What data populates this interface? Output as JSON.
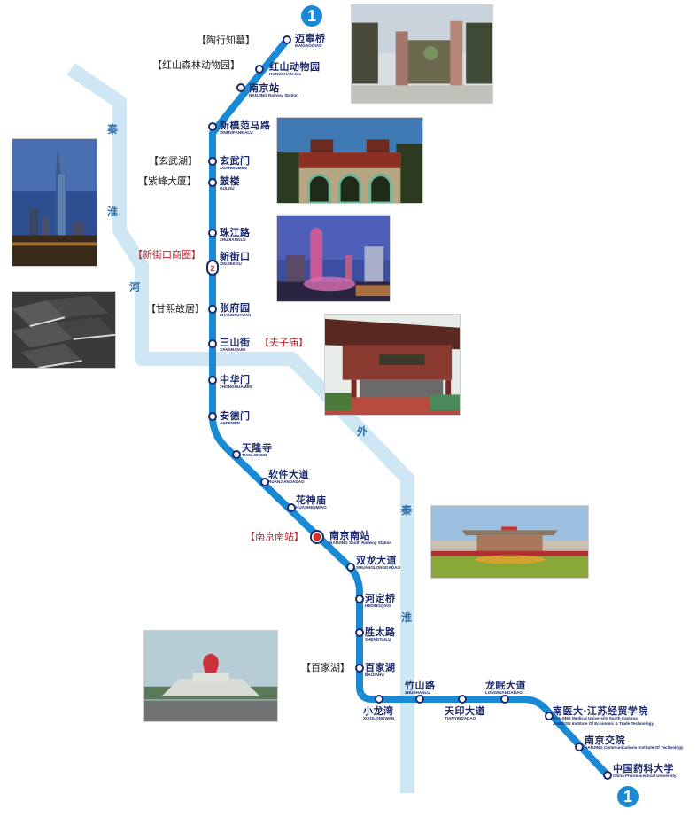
{
  "line": {
    "number": "1",
    "color": "#1a8ad6",
    "river_color": "#cfe6f5"
  },
  "rivers": {
    "qinhuai": {
      "chars": [
        "秦",
        "淮",
        "河"
      ]
    },
    "outer_qinhuai": {
      "chars": [
        "外",
        "秦",
        "淮"
      ]
    }
  },
  "stations": [
    {
      "zh": "迈皋桥",
      "en": "MAIGAOQIAO"
    },
    {
      "zh": "红山动物园",
      "en": "HONGSHAN Zoo"
    },
    {
      "zh": "南京站",
      "en": "NANJING Railway Station"
    },
    {
      "zh": "新模范马路",
      "en": "XINMOFANMALU"
    },
    {
      "zh": "玄武门",
      "en": "XUANWUMEN"
    },
    {
      "zh": "鼓楼",
      "en": "GULOU"
    },
    {
      "zh": "珠江路",
      "en": "ZHUJIANGLU"
    },
    {
      "zh": "新街口",
      "en": "XINJIEKOU",
      "transfer": true
    },
    {
      "zh": "张府园",
      "en": "ZHANGFUYUAN"
    },
    {
      "zh": "三山街",
      "en": "SANSHANJIE"
    },
    {
      "zh": "中华门",
      "en": "ZHONGHUAMEN"
    },
    {
      "zh": "安德门",
      "en": "ANDEMEN"
    },
    {
      "zh": "天隆寺",
      "en": "TIANLONGSI"
    },
    {
      "zh": "软件大道",
      "en": "RUANJIANDADAO"
    },
    {
      "zh": "花神庙",
      "en": "HUASHENMIAO"
    },
    {
      "zh": "南京南站",
      "en": "NANJING South Railway Station",
      "transfer": true
    },
    {
      "zh": "双龙大道",
      "en": "SHUANGLONGDADAO"
    },
    {
      "zh": "河定桥",
      "en": "HEDINGQIAO"
    },
    {
      "zh": "胜太路",
      "en": "SHENGTAILU"
    },
    {
      "zh": "百家湖",
      "en": "BAIJIAHU"
    },
    {
      "zh": "小龙湾",
      "en": "XIAOLONGWAN"
    },
    {
      "zh": "竹山路",
      "en": "ZHUSHANLU"
    },
    {
      "zh": "天印大道",
      "en": "TIANYINDADAO"
    },
    {
      "zh": "龙眠大道",
      "en": "LONGMIANDADAO"
    },
    {
      "zh": "南医大·江苏经贸学院",
      "en": "NANJING Medical University South Campus",
      "en2": "JIANGSU Institute Of Economic & Trade Technology"
    },
    {
      "zh": "南京交院",
      "en": "NANJING Communications Institute Of Technology"
    },
    {
      "zh": "中国药科大学",
      "en": "China Pharmaceutical University"
    }
  ],
  "pois": [
    {
      "label": "【陶行知墓】",
      "highlight": false
    },
    {
      "label": "【红山森林动物园】",
      "highlight": false
    },
    {
      "label": "【玄武湖】",
      "highlight": false
    },
    {
      "label": "【紫峰大厦】",
      "highlight": false
    },
    {
      "label": "【新街口商圈】",
      "highlight": true
    },
    {
      "label": "【甘熙故居】",
      "highlight": false
    },
    {
      "label": "【夫子庙】",
      "highlight": true
    },
    {
      "label": "【南京南站】",
      "highlight": true
    },
    {
      "label": "【百家湖】",
      "highlight": false
    }
  ],
  "photos": [
    {
      "subject": "Hongshan Forest Zoo gate"
    },
    {
      "subject": "Xuanwu Lake gate"
    },
    {
      "subject": "Zifeng Tower"
    },
    {
      "subject": "Xinjiekou plaza fountain"
    },
    {
      "subject": "Ganxi former residence rooftops"
    },
    {
      "subject": "Confucius Temple archway"
    },
    {
      "subject": "Nanjing South Railway Station"
    },
    {
      "subject": "Baijia Lake sculpture"
    }
  ],
  "colors": {
    "station_text": "#1d2a6b",
    "highlight_text": "#b3232c"
  }
}
